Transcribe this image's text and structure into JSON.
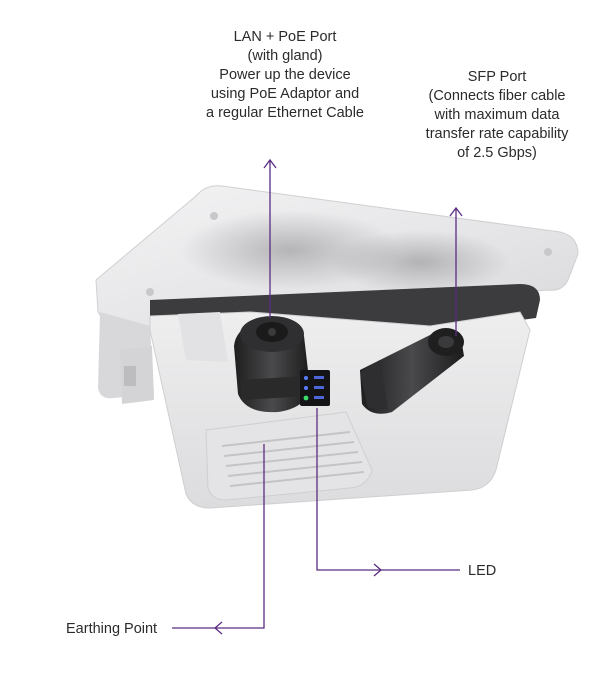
{
  "callouts": {
    "lan_poe": {
      "lines": [
        "LAN + PoE Port",
        "(with gland)",
        "Power up the device",
        "using PoE Adaptor and",
        "a regular Ethernet Cable"
      ]
    },
    "sfp": {
      "lines": [
        "SFP Port",
        "(Connects fiber cable",
        "with maximum data",
        "transfer rate capability",
        "of 2.5 Gbps)"
      ]
    },
    "led": {
      "label": "LED"
    },
    "earthing": {
      "label": "Earthing Point"
    }
  },
  "colors": {
    "leader_line": "#5a2d82",
    "device_body": "#e9e9ea",
    "device_shadow": "#d2d2d4",
    "gasket": "#3a3a3a",
    "cable_gland": "#2a2a2a"
  },
  "device": {
    "name_icon": "outdoor-access-point-device"
  }
}
